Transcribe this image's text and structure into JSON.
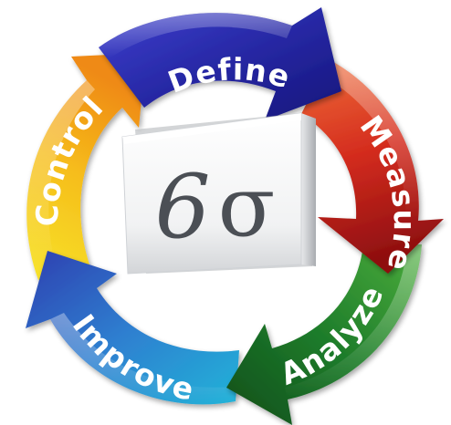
{
  "center": {
    "number": "6",
    "symbol": "σ"
  },
  "stages": [
    {
      "id": "define",
      "label": "Define",
      "color": "#2d2fa3"
    },
    {
      "id": "measure",
      "label": "Measure",
      "color": "#c8231b"
    },
    {
      "id": "analyze",
      "label": "Analyze",
      "color": "#1f7a2e"
    },
    {
      "id": "improve",
      "label": "Improve",
      "color": "#2a6fc7"
    },
    {
      "id": "control",
      "label": "Control",
      "color": "#f0b51a"
    }
  ]
}
